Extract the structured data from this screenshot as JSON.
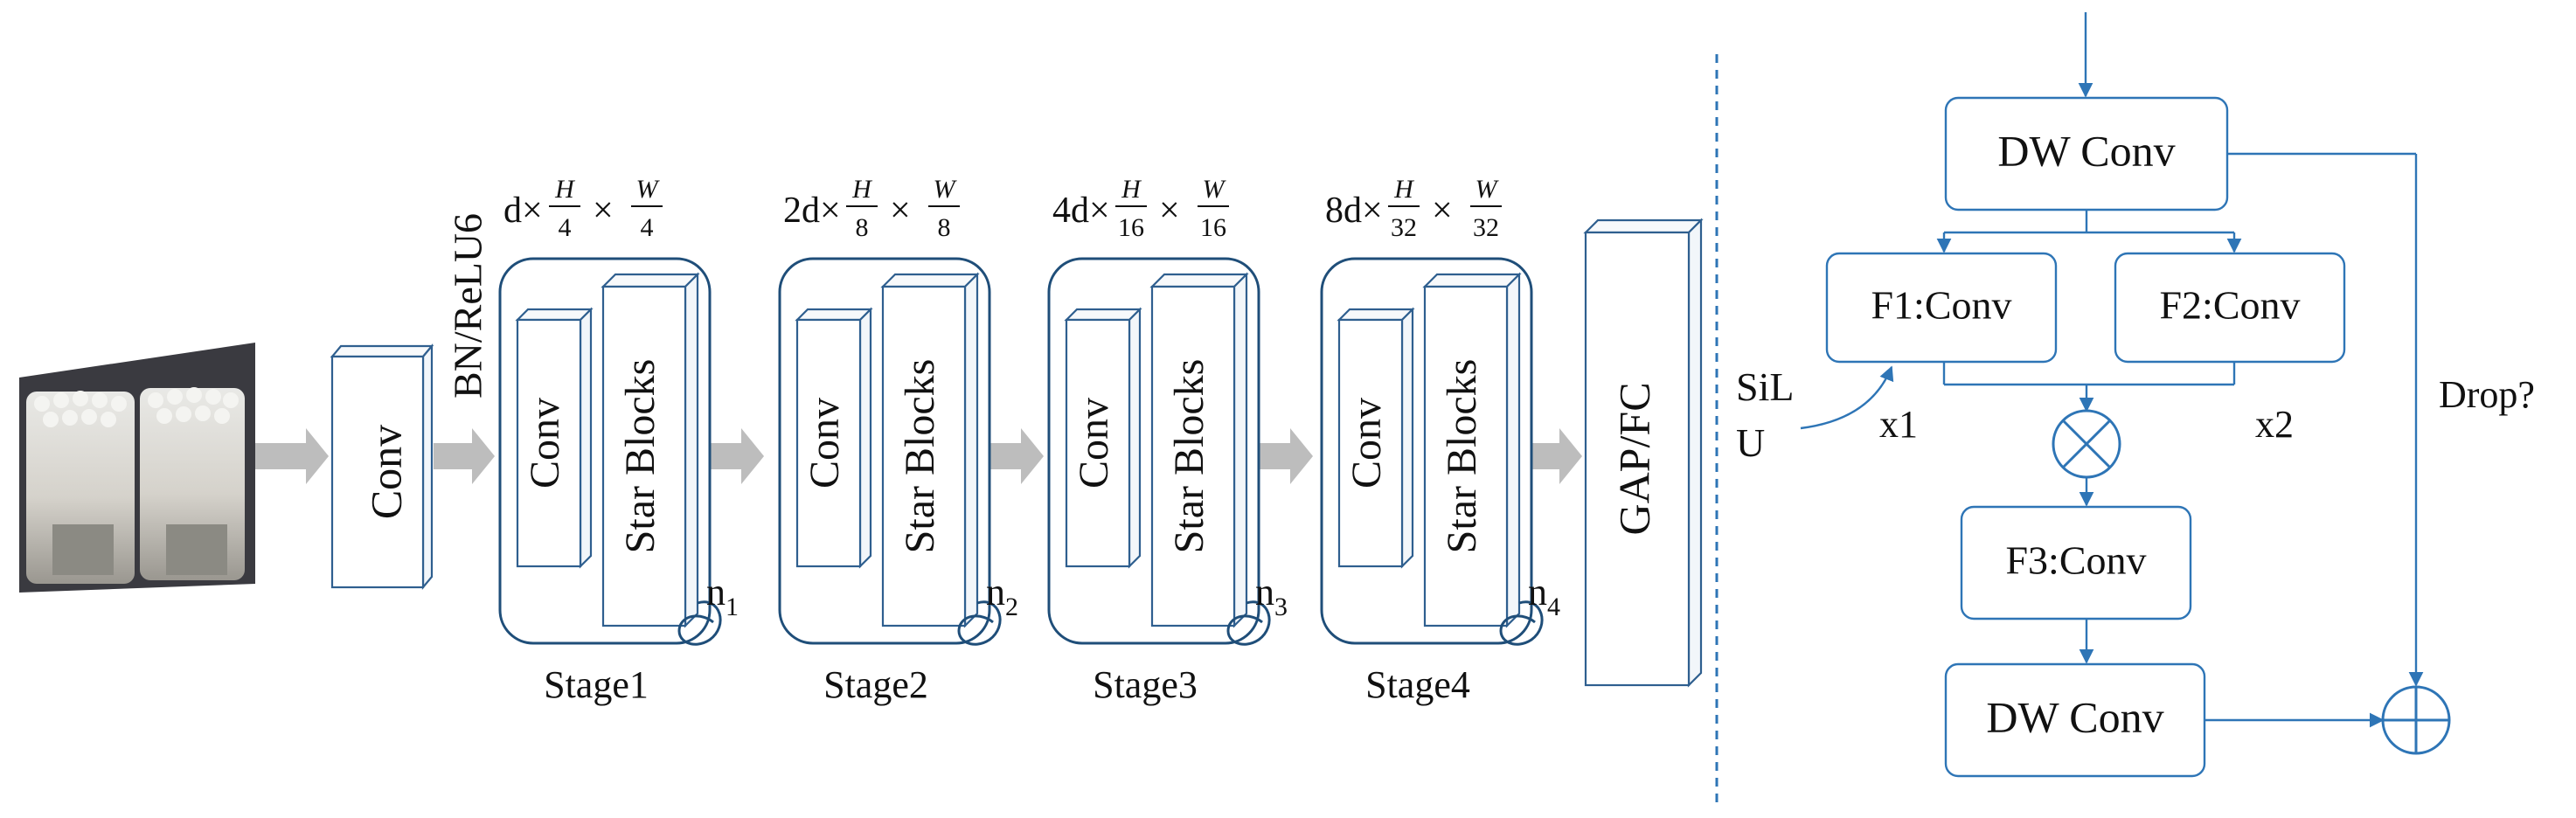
{
  "input": {
    "image_alt": "mushroom cluster photo"
  },
  "stem": {
    "conv": "Conv",
    "bn": "BN/ReLU6"
  },
  "stages": [
    {
      "coef": "d×",
      "h_den": "4",
      "w_den": "4",
      "conv": "Conv",
      "star": "Star Blocks",
      "n": "n",
      "n_sub": "1",
      "name": "Stage1"
    },
    {
      "coef": "2d×",
      "h_den": "8",
      "w_den": "8",
      "conv": "Conv",
      "star": "Star Blocks",
      "n": "n",
      "n_sub": "2",
      "name": "Stage2"
    },
    {
      "coef": "4d×",
      "h_den": "16",
      "w_den": "16",
      "conv": "Conv",
      "star": "Star Blocks",
      "n": "n",
      "n_sub": "3",
      "name": "Stage3"
    },
    {
      "coef": "8d×",
      "h_den": "32",
      "w_den": "32",
      "conv": "Conv",
      "star": "Star Blocks",
      "n": "n",
      "n_sub": "4",
      "name": "Stage4"
    }
  ],
  "fraction": {
    "H": "H",
    "W": "W",
    "times": "×"
  },
  "head": {
    "label": "GAP/FC"
  },
  "block": {
    "dw_top": "DW Conv",
    "f1": "F1:Conv",
    "f2": "F2:Conv",
    "f3": "F3:Conv",
    "dw_bottom": "DW Conv",
    "silu_line1": "SiL",
    "silu_line2": "U",
    "x1": "x1",
    "x2": "x2",
    "drop": "Drop?"
  },
  "colors": {
    "flow": "#2e75b6",
    "box": "#2f5f8f",
    "gray_arrow": "#bdbdbd"
  }
}
